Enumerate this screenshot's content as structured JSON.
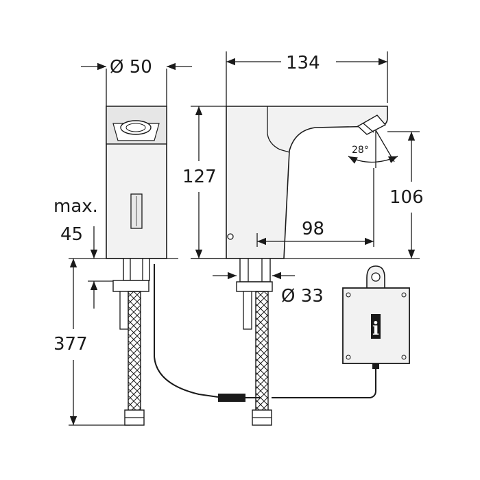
{
  "dimensions": {
    "body_diameter": "Ø 50",
    "total_length": "134",
    "height": "127",
    "outlet_height": "106",
    "max_label": "max.",
    "max_value": "45",
    "spout_reach": "98",
    "tilt_angle": "28°",
    "shank_diameter": "Ø 33",
    "hose_length": "377"
  },
  "control_box_symbol": "i"
}
